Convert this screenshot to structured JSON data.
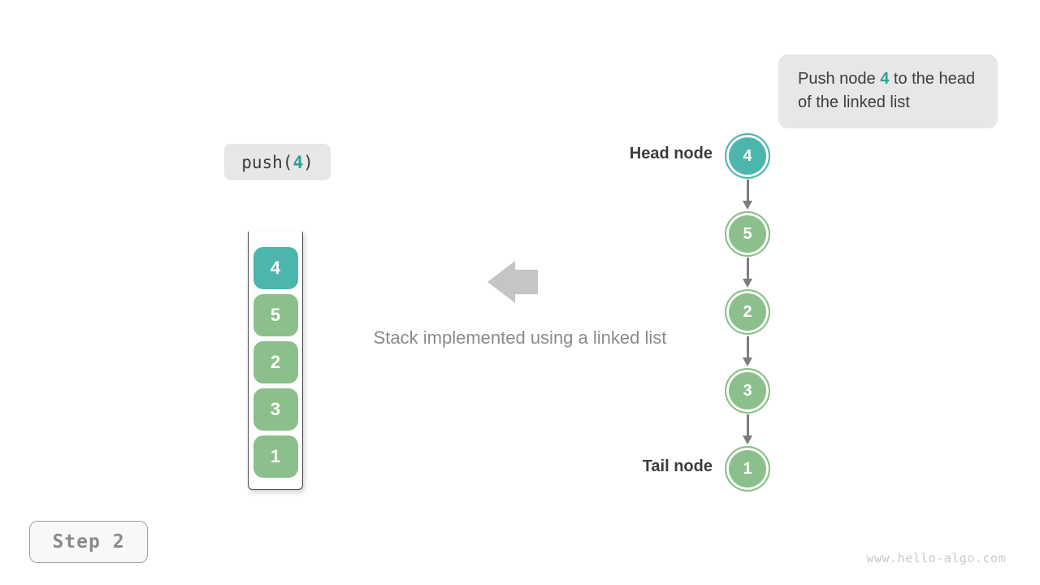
{
  "colors": {
    "teal": "#4db6ac",
    "teal_text": "#2fa093",
    "green": "#8bbf8b",
    "dark": "#3c3c3c",
    "gray": "#8a8a8a",
    "light_bg": "#e7e7e7",
    "container_border": "#4d4d4d",
    "block_arrow": "#c5c5c5",
    "connector": "#7d7d7d",
    "badge_border": "#9e9e9e",
    "badge_bg": "#f8f8f8",
    "watermark": "#c9c9c9"
  },
  "note": {
    "prefix": "Push node ",
    "highlight": "4",
    "suffix": " to the head of the linked list"
  },
  "operation": {
    "prefix": "push(",
    "arg": "4",
    "suffix": ")"
  },
  "stack": {
    "items": [
      {
        "value": "4",
        "highlight": true
      },
      {
        "value": "5",
        "highlight": false
      },
      {
        "value": "2",
        "highlight": false
      },
      {
        "value": "3",
        "highlight": false
      },
      {
        "value": "1",
        "highlight": false
      }
    ]
  },
  "caption": "Stack implemented using a linked list",
  "linked_list": {
    "head_label": "Head node",
    "tail_label": "Tail node",
    "nodes": [
      {
        "value": "4",
        "highlight": true
      },
      {
        "value": "5",
        "highlight": false
      },
      {
        "value": "2",
        "highlight": false
      },
      {
        "value": "3",
        "highlight": false
      },
      {
        "value": "1",
        "highlight": false
      }
    ]
  },
  "step_label": "Step 2",
  "watermark": "www.hello-algo.com"
}
